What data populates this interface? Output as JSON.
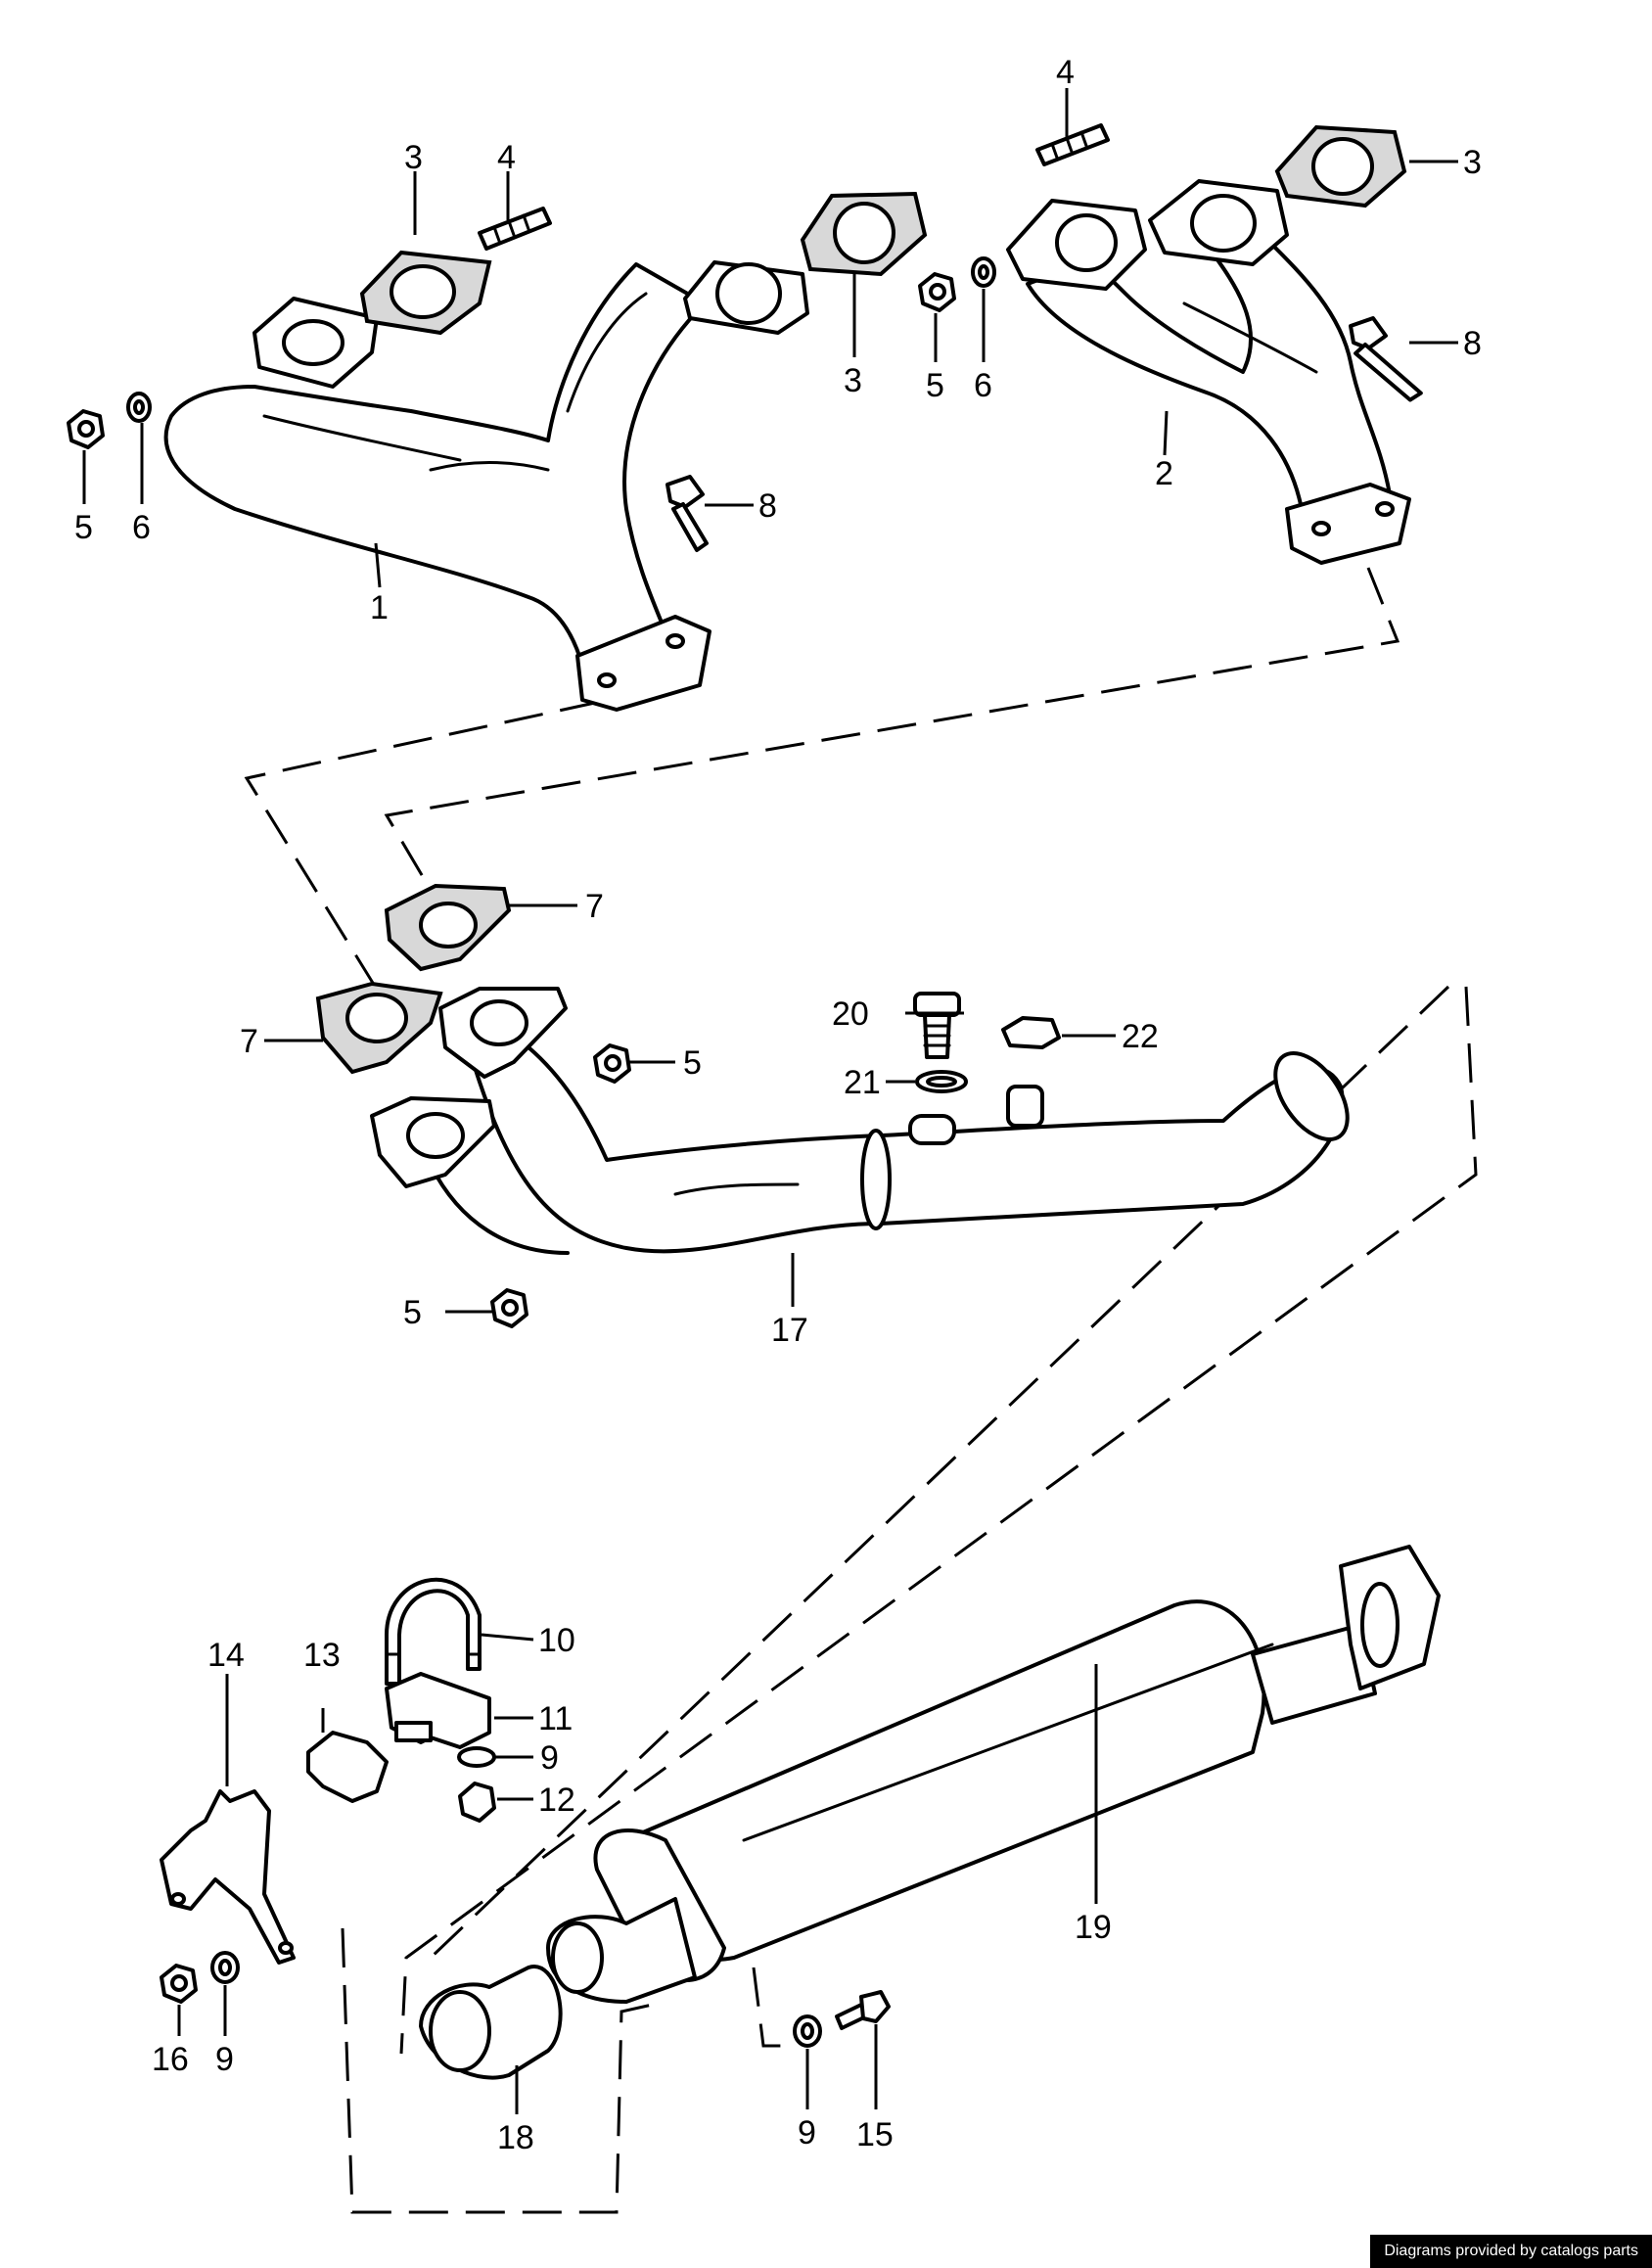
{
  "credit": "Diagrams provided by catalogs parts",
  "callouts": [
    {
      "id": "c1",
      "text": "1"
    },
    {
      "id": "c2",
      "text": "2"
    },
    {
      "id": "c3a",
      "text": "3"
    },
    {
      "id": "c3b",
      "text": "3"
    },
    {
      "id": "c3c",
      "text": "3"
    },
    {
      "id": "c4a",
      "text": "4"
    },
    {
      "id": "c4b",
      "text": "4"
    },
    {
      "id": "c5a",
      "text": "5"
    },
    {
      "id": "c5b",
      "text": "5"
    },
    {
      "id": "c5c",
      "text": "5"
    },
    {
      "id": "c5d",
      "text": "5"
    },
    {
      "id": "c6a",
      "text": "6"
    },
    {
      "id": "c6b",
      "text": "6"
    },
    {
      "id": "c7a",
      "text": "7"
    },
    {
      "id": "c7b",
      "text": "7"
    },
    {
      "id": "c8a",
      "text": "8"
    },
    {
      "id": "c8b",
      "text": "8"
    },
    {
      "id": "c9a",
      "text": "9"
    },
    {
      "id": "c9b",
      "text": "9"
    },
    {
      "id": "c9c",
      "text": "9"
    },
    {
      "id": "c10",
      "text": "10"
    },
    {
      "id": "c11",
      "text": "11"
    },
    {
      "id": "c12",
      "text": "12"
    },
    {
      "id": "c13",
      "text": "13"
    },
    {
      "id": "c14",
      "text": "14"
    },
    {
      "id": "c15",
      "text": "15"
    },
    {
      "id": "c16",
      "text": "16"
    },
    {
      "id": "c17",
      "text": "17"
    },
    {
      "id": "c18",
      "text": "18"
    },
    {
      "id": "c19",
      "text": "19"
    },
    {
      "id": "c20",
      "text": "20"
    },
    {
      "id": "c21",
      "text": "21"
    },
    {
      "id": "c22",
      "text": "22"
    }
  ]
}
